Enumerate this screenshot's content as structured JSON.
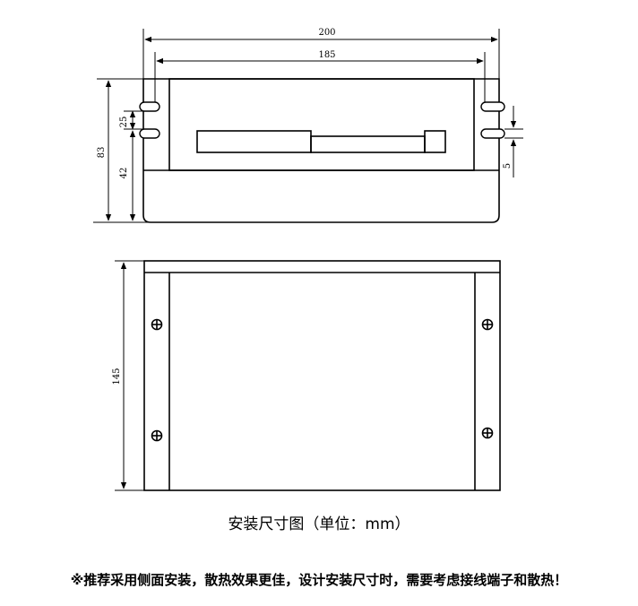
{
  "dimensions": {
    "total_width": "200",
    "hole_spacing": "185",
    "total_height": "83",
    "upper_height": "25",
    "lower_height": "42",
    "slot_width": "5",
    "depth": "145"
  },
  "caption": "安装尺寸图（单位：mm）",
  "note": "※推荐采用侧面安装，散热效果更佳，设计安装尺寸时，需要考虑接线端子和散热！"
}
